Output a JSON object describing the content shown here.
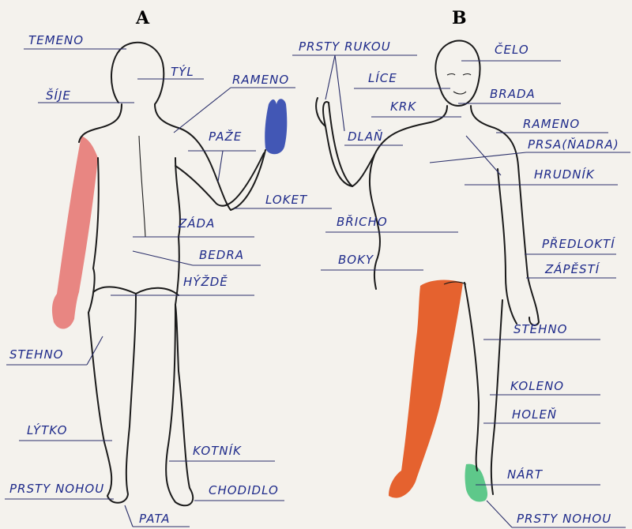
{
  "panels": {
    "a": "A",
    "b": "B"
  },
  "colors": {
    "background": "#f4f2ed",
    "ink": "#1e2a8a",
    "red_arm": "#e5736f",
    "blue_hand": "#4257b5",
    "orange_leg": "#e5622f",
    "green_foot": "#5ec88a"
  },
  "labels_a": {
    "temeno": "TEMENO",
    "tyl": "TÝL",
    "sije": "ŠÍJE",
    "rameno": "RAMENO",
    "paze": "PAŽE",
    "loket": "LOKET",
    "zada": "ZÁDA",
    "bedra": "BEDRA",
    "hyzde": "HÝŽDĚ",
    "stehno": "STEHNO",
    "lytko": "LÝTKO",
    "kotnik": "KOTNÍK",
    "prsty_nohou": "PRSTY NOHOU",
    "chodidlo": "CHODIDLO",
    "pata": "PATA"
  },
  "labels_b": {
    "prsty_rukou": "PRSTY RUKOU",
    "celo": "ČELO",
    "lice": "LÍCE",
    "brada": "BRADA",
    "krk": "KRK",
    "rameno": "RAMENO",
    "dlan": "DLAŇ",
    "prsa": "PRSA(ŇADRA)",
    "hrudnik": "HRUDNÍK",
    "bricho": "BŘICHO",
    "predlokti": "PŘEDLOKTÍ",
    "boky": "BOKY",
    "zapesti": "ZÁPĚSTÍ",
    "stehno": "STEHNO",
    "koleno": "KOLENO",
    "holen": "HOLEŇ",
    "nart": "NÁRT",
    "prsty_nohou": "PRSTY NOHOU"
  }
}
